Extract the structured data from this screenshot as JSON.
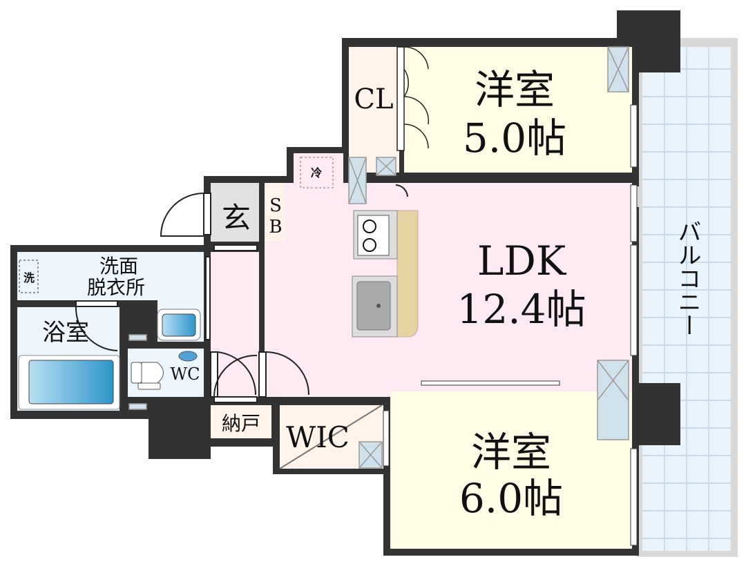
{
  "rooms": {
    "bedroom1": {
      "name": "洋室",
      "size": "5.0帖"
    },
    "bedroom2": {
      "name": "洋室",
      "size": "6.0帖"
    },
    "ldk": {
      "name": "LDK",
      "size": "12.4帖"
    },
    "closet": "CL",
    "walk_in_closet": "WIC",
    "storage": "納戸",
    "entrance": "玄",
    "shoe_box": {
      "line1": "S",
      "line2": "B"
    },
    "washroom": {
      "line1": "洗面",
      "line2": "脱衣所"
    },
    "bathroom": "浴室",
    "toilet": "WC",
    "balcony": "バルコニー",
    "washer_space": "洗",
    "fridge_space": "冷"
  },
  "colors": {
    "wall": "#333333",
    "bedroom": "#fffde6",
    "ldk": "#fdeaf3",
    "storage": "#fff3ea",
    "wet_area": "#eef6fd",
    "balcony": "#e8f3fc",
    "entrance": "#e2e2e2",
    "counter": "#e6d3a3"
  }
}
